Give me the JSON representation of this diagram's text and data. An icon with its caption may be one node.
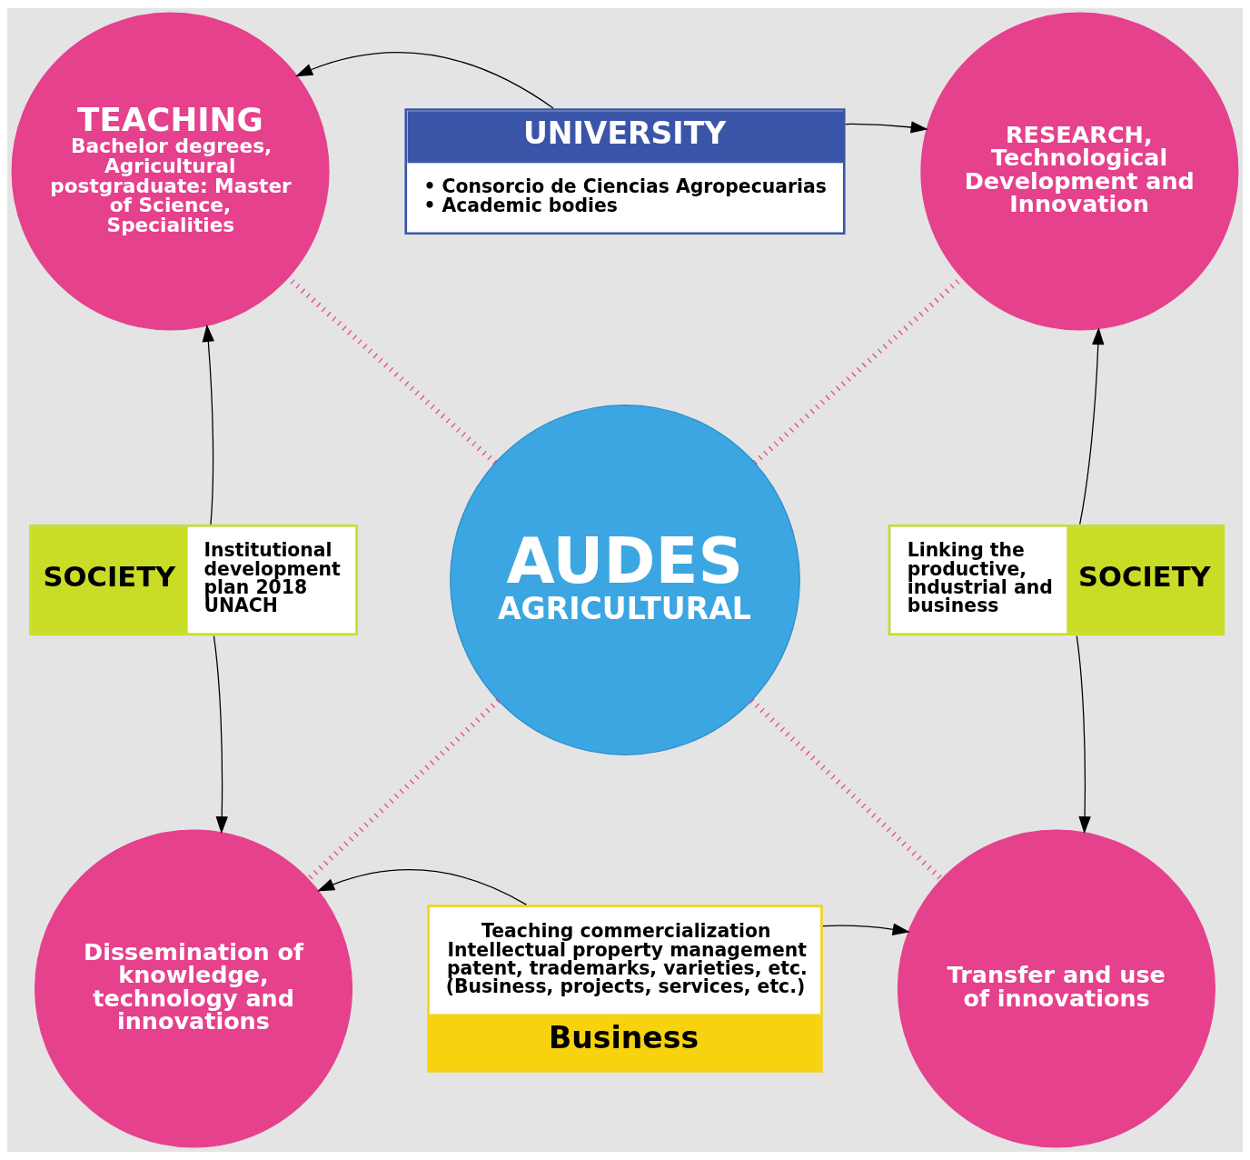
{
  "diagram": {
    "nodes": [
      {
        "text": [
          "TEACHING",
          "Bachelor degrees, Agricultural postgraduate: Master of Science, Specialities"
        ]
      },
      {
        "text": [
          "UNIVERSITY",
          "• Consorcio de Ciencias Agropecuarias",
          "• Academic bodies"
        ]
      },
      {
        "text": [
          "RESEARCH, Technological Development and Innovation"
        ]
      },
      {
        "text": [
          "SOCIETY",
          "Institutional development plan 2018 UNACH"
        ]
      },
      {
        "text": [
          "AUDES",
          "AGRICULTURAL"
        ]
      },
      {
        "text": [
          "Linking the productive, industrial and business",
          "SOCIETY"
        ]
      },
      {
        "text": [
          "Dissemination of knowledge, technology and innovations"
        ]
      },
      {
        "text": [
          "Teaching commercialization",
          "Intellectual property management",
          "patent, trademarks, varieties, etc.",
          "(Business, projects, services, etc.)",
          "Business"
        ]
      },
      {
        "text": [
          "Transfer and use of innovations"
        ]
      }
    ],
    "edges": [
      {
        "from": 1,
        "to": 0,
        "arrow": "to"
      },
      {
        "from": 1,
        "to": 2,
        "arrow": "to"
      },
      {
        "from": 4,
        "to": 0,
        "arrow": "none",
        "style": "dashed",
        "color": "#e8458f"
      },
      {
        "from": 4,
        "to": 2,
        "arrow": "none",
        "style": "dashed",
        "color": "#e8458f"
      },
      {
        "from": 3,
        "to": 0,
        "arrow": "to"
      },
      {
        "from": 5,
        "to": 2,
        "arrow": "to"
      },
      {
        "from": 3,
        "to": 6,
        "arrow": "to"
      },
      {
        "from": 5,
        "to": 8,
        "arrow": "to"
      },
      {
        "from": 4,
        "to": 6,
        "arrow": "none",
        "style": "dashed",
        "color": "#e8458f"
      },
      {
        "from": 4,
        "to": 8,
        "arrow": "none",
        "style": "dashed",
        "color": "#e8458f"
      },
      {
        "from": 7,
        "to": 6,
        "arrow": "to"
      },
      {
        "from": 7,
        "to": 8,
        "arrow": "to"
      }
    ]
  }
}
